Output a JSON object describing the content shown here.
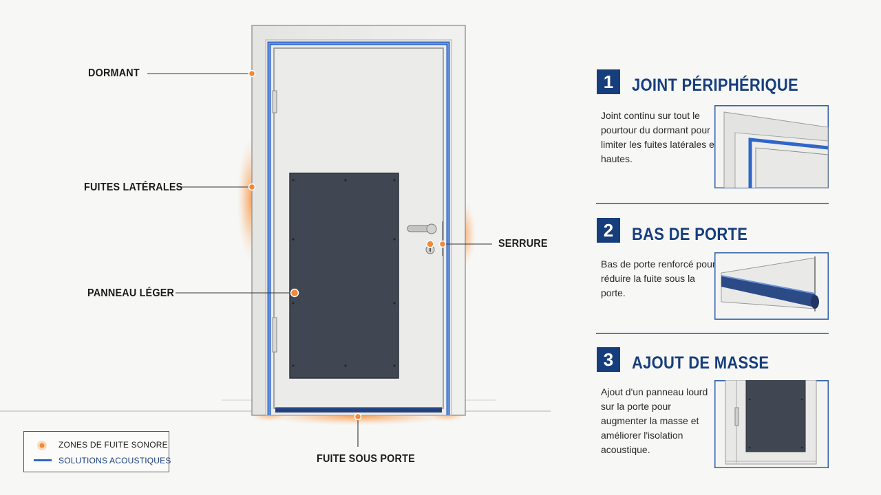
{
  "callouts": {
    "dormant": "DORMANT",
    "fuites_laterales": "FUITES LATÉRALES",
    "panneau_leger": "PANNEAU LÉGER",
    "serrure": "SERRURE",
    "fuite_sous_porte": "FUITE SOUS PORTE"
  },
  "legend": {
    "leak_zones": "ZONES DE FUITE SONORE",
    "acoustic_solutions": "SOLUTIONS ACOUSTIQUES"
  },
  "sections": [
    {
      "number": "1",
      "title": "JOINT PÉRIPHÉRIQUE",
      "desc": "Joint continu sur tout le pourtour du dormant pour limiter les fuites latérales et hautes."
    },
    {
      "number": "2",
      "title": "BAS DE PORTE",
      "desc": "Bas de porte renforcé pour réduire la fuite sous la porte."
    },
    {
      "number": "3",
      "title": "AJOUT DE MASSE",
      "desc": "Ajout d'un panneau lourd sur la porte pour augmenter la masse et améliorer l'isolation acoustique."
    }
  ],
  "colors": {
    "leak_orange": "#f08a3a",
    "solution_blue": "#2f66c8",
    "title_navy": "#173e7c",
    "panel_gray": "#414752"
  }
}
